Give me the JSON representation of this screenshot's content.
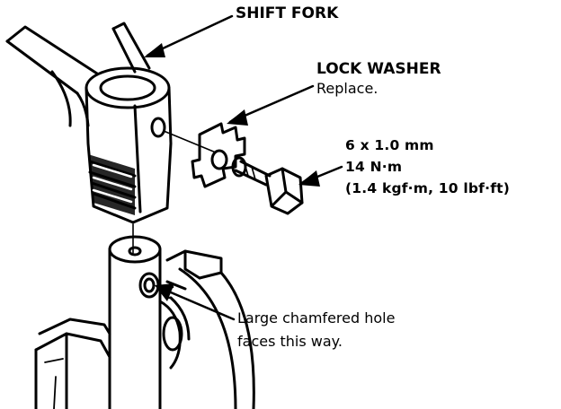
{
  "labels": {
    "shift_fork": "SHIFT FORK",
    "lock_washer": "LOCK WASHER",
    "lock_washer_note": "Replace.",
    "bolt_size": "6 x 1.0 mm",
    "bolt_torque_nm": "14 N·m",
    "bolt_torque_alt": "(1.4 kgf·m, 10 lbf·ft)",
    "chamfer_note_line1": "Large chamfered hole",
    "chamfer_note_line2": "faces this way."
  },
  "colors": {
    "ink": "#000000",
    "paper": "#ffffff"
  }
}
